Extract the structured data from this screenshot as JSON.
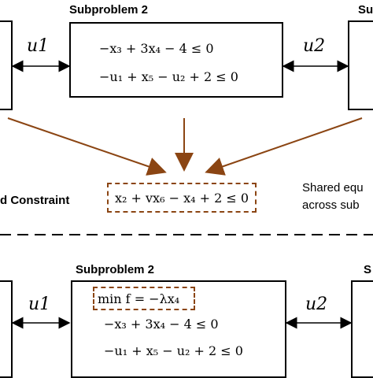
{
  "top": {
    "title": "Subproblem 2",
    "right_title_cut": "Su",
    "constraint_1": "−x₃ + 3x₄ − 4 ≤ 0",
    "constraint_2": "−u₁ + x₅ − u₂ + 2 ≤ 0",
    "left_var": "u1",
    "right_var": "u2"
  },
  "shared": {
    "left_label_cut": "d Constraint",
    "equation": "x₂ + vx₆ − x₄ + 2 ≤ 0",
    "right_label_line1": "Shared equ",
    "right_label_line2": "across sub"
  },
  "bottom": {
    "title": "Subproblem 2",
    "right_title_cut": "S",
    "objective": "min f = −λx₄",
    "constraint_1": "−x₃ + 3x₄ − 4 ≤ 0",
    "constraint_2": "−u₁ + x₅ − u₂ + 2 ≤ 0",
    "left_var": "u1",
    "right_var": "u2"
  },
  "colors": {
    "arrow_brown": "#8b4513",
    "box_border": "#000000"
  }
}
